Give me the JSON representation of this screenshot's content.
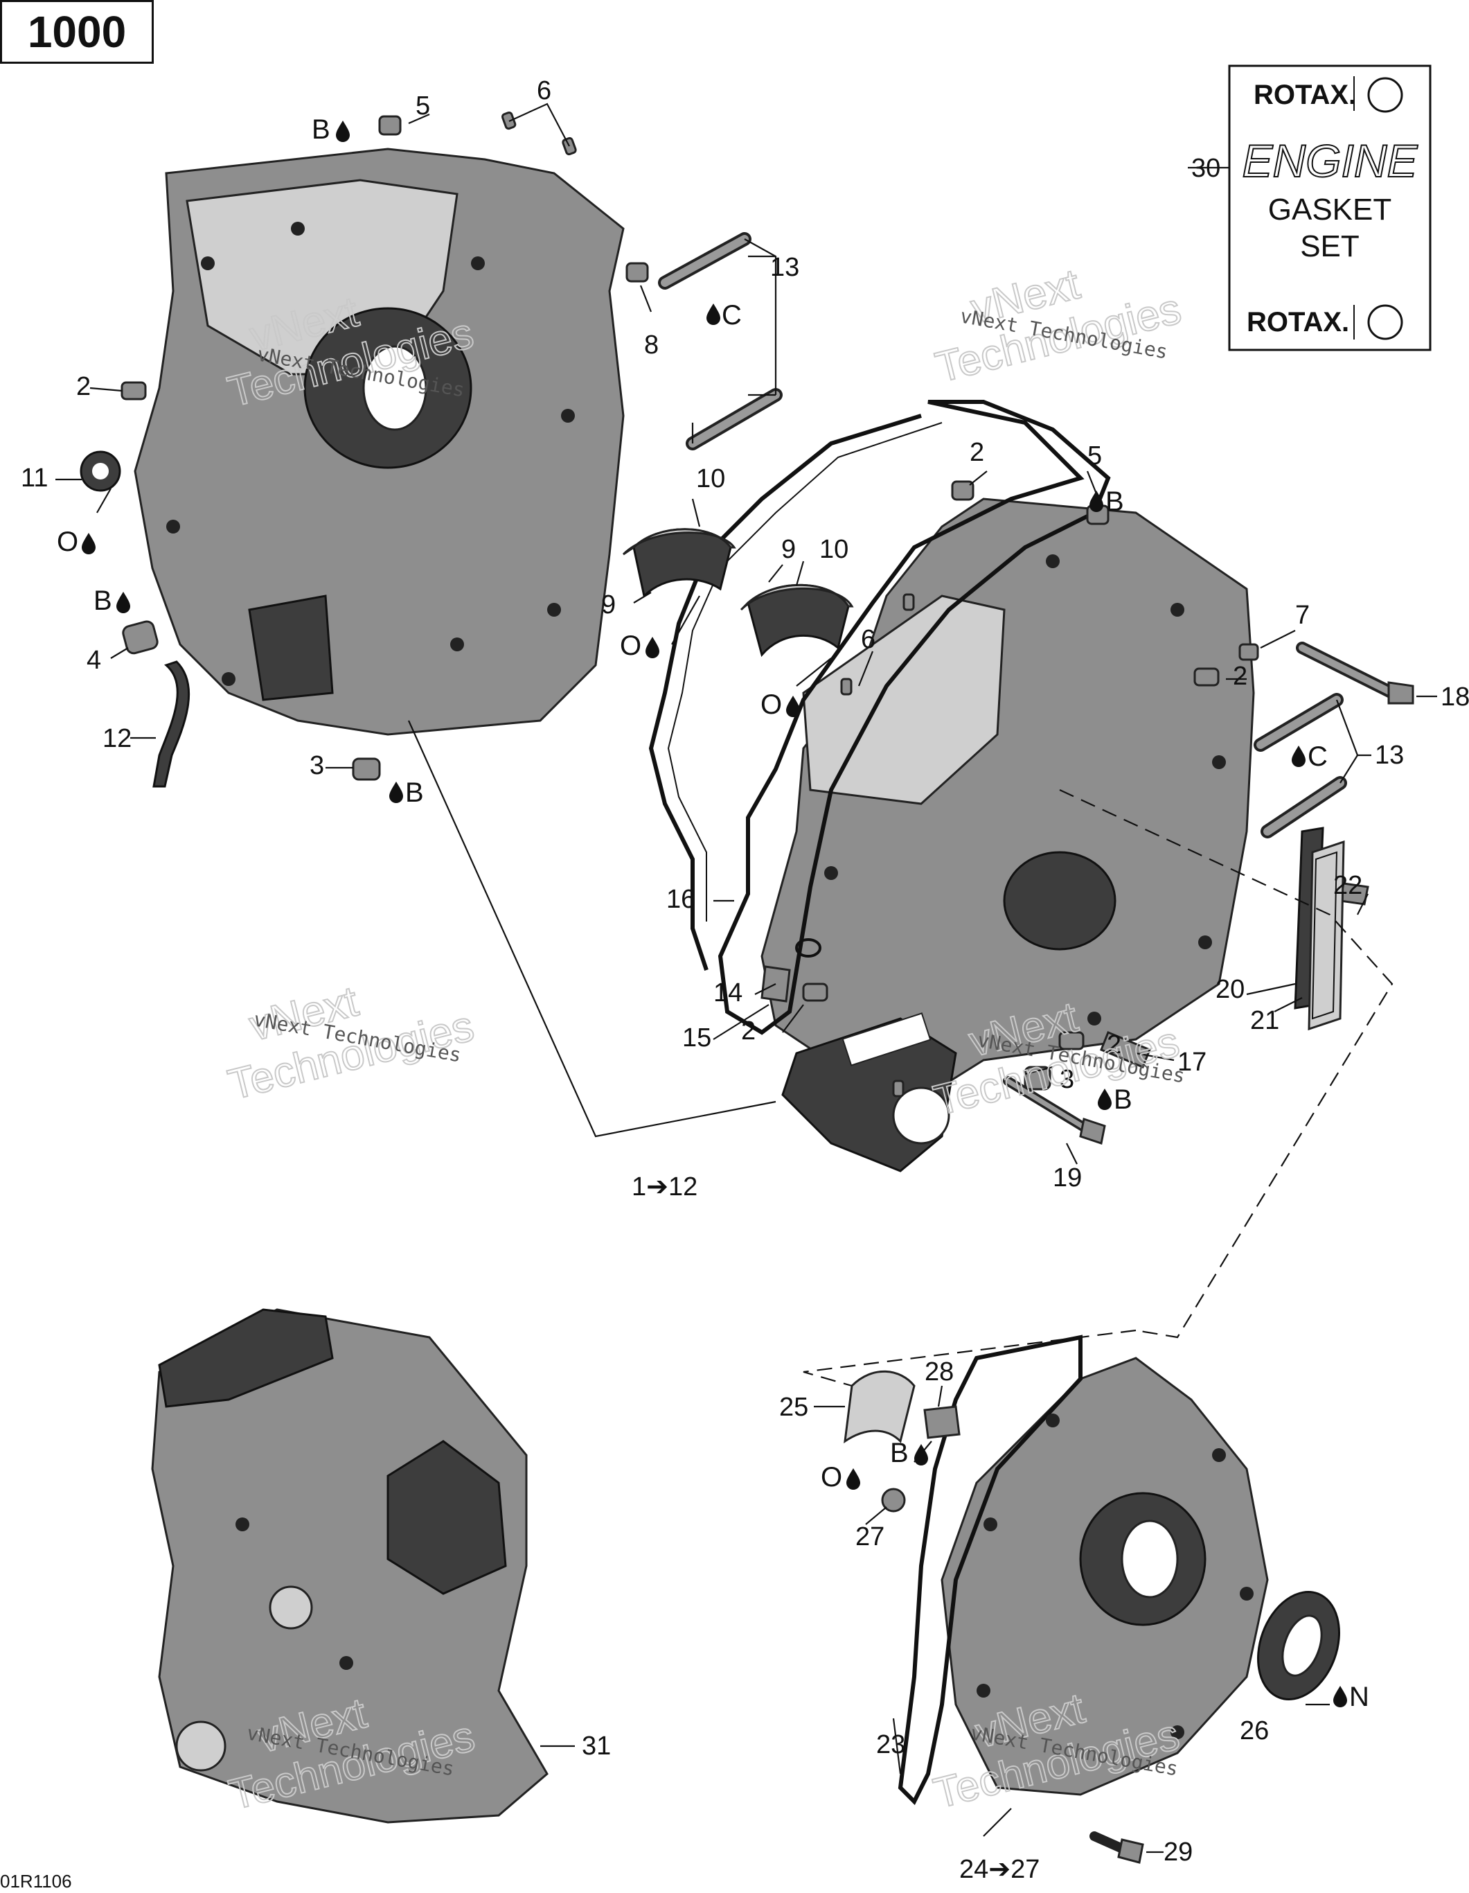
{
  "model": "1000",
  "footer_code": "01R1106",
  "gasket_set_box": {
    "brand_top": "ROTAX.",
    "engine_text": "ENGINE",
    "line2": "GASKET",
    "line3": "SET",
    "brand_bottom": "ROTAX."
  },
  "lube_symbols": {
    "b": "B",
    "c": "C",
    "o": "O",
    "n": "N"
  },
  "callouts": {
    "c1_12": "1➔12",
    "c2a": "2",
    "c2b": "2",
    "c2c": "2",
    "c2d": "2",
    "c2e": "2",
    "c3a": "3",
    "c3b": "3",
    "c4": "4",
    "c5a": "5",
    "c5b": "5",
    "c6a": "6",
    "c6b": "6",
    "c7": "7",
    "c8": "8",
    "c9a": "9",
    "c9b": "9",
    "c10a": "10",
    "c10b": "10",
    "c11": "11",
    "c12": "12",
    "c13a": "13",
    "c13b": "13",
    "c14": "14",
    "c15": "15",
    "c16": "16",
    "c17": "17",
    "c18": "18",
    "c19": "19",
    "c20": "20",
    "c21": "21",
    "c22": "22",
    "c23": "23",
    "c24_27": "24➔27",
    "c25": "25",
    "c26": "26",
    "c27": "27",
    "c28": "28",
    "c29": "29",
    "c30": "30",
    "c31": "31"
  },
  "watermark": {
    "brand": "vNext",
    "brand2": "Technologies",
    "caption": "vNext Technologies"
  },
  "colors": {
    "ink": "#111111",
    "metal": "#8e8e8e",
    "dark_metal": "#3d3d3d",
    "watermark": "#c9c9c9"
  }
}
